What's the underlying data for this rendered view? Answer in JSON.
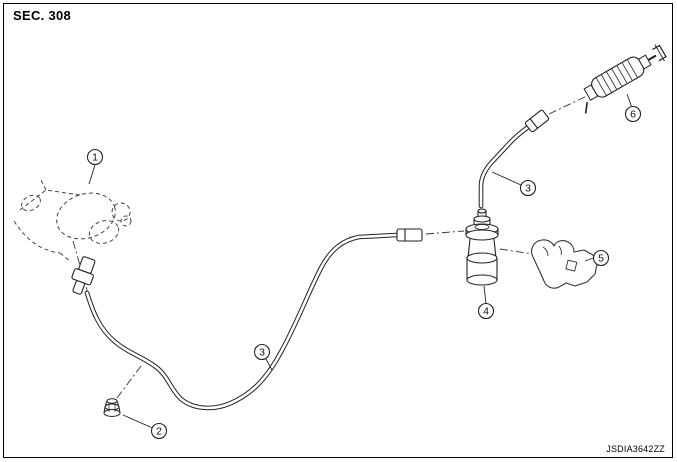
{
  "figure": {
    "section_label": "SEC. 308",
    "figure_code": "JSDIA3642ZZ"
  },
  "callouts": [
    {
      "label": "1"
    },
    {
      "label": "2"
    },
    {
      "label": "3"
    },
    {
      "label": "3"
    },
    {
      "label": "4"
    },
    {
      "label": "5"
    },
    {
      "label": "6"
    }
  ],
  "colors": {
    "line_art": "#222222",
    "dashed_sketch": "#444444",
    "background": "#ffffff",
    "border": "#000000"
  }
}
